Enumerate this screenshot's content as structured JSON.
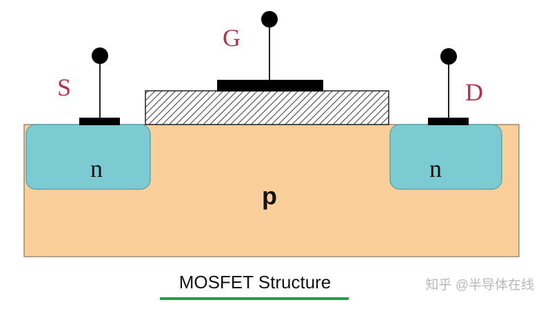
{
  "labels": {
    "source": "S",
    "gate": "G",
    "drain": "D",
    "source_region": "n",
    "drain_region": "n",
    "substrate": "p"
  },
  "caption": "MOSFET Structure",
  "watermark": "知乎 @半导体在线",
  "colors": {
    "substrate": "#fbcf9a",
    "n_region": "#7ccbd2",
    "label_red": "#b2324a",
    "metal": "#000000",
    "caption_underline": "#21a04a"
  }
}
